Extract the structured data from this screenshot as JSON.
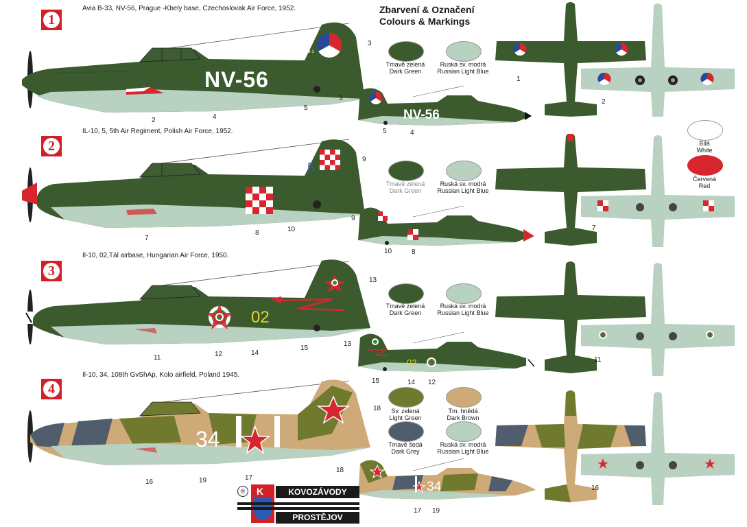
{
  "header": {
    "title_cs": "Zbarvení & Označení",
    "title_en": "Colours & Markings"
  },
  "schemes": [
    {
      "number": "1",
      "caption": "Avia B-33, NV-56, Prague -Kbely base, Czechoslovak Air Force, 1952.",
      "code": "NV-56",
      "small_code": "NV-56",
      "fin_text": "B 33-1",
      "callouts_side": [
        "3",
        "2",
        "4",
        "5"
      ],
      "callouts_small": [
        "3",
        "5",
        "4"
      ],
      "callouts_plan": [
        "1",
        "2"
      ]
    },
    {
      "number": "2",
      "caption": "IL-10, 5, 5th Air Regiment, Polish Air Force, 1952.",
      "code": "5",
      "callouts_side": [
        "9",
        "7",
        "8",
        "10"
      ],
      "callouts_small": [
        "9",
        "10",
        "8"
      ],
      "callouts_plan": [
        "7"
      ]
    },
    {
      "number": "3",
      "caption": "Il-10, 02,Tál airbase, Hungarian Air Force, 1950.",
      "code": "02",
      "small_code": "02",
      "callouts_side": [
        "13",
        "11",
        "12",
        "14",
        "15"
      ],
      "callouts_small": [
        "13",
        "15",
        "14",
        "12"
      ],
      "callouts_plan": [
        "11"
      ]
    },
    {
      "number": "4",
      "caption": "Il-10, 34, 108th GvShAp, Kolo airfield, Poland 1945.",
      "code": "34",
      "small_code": "34",
      "callouts_side": [
        "18",
        "16",
        "19",
        "17"
      ],
      "callouts_small": [
        "18",
        "17",
        "19"
      ],
      "callouts_plan": [
        "16"
      ]
    }
  ],
  "swatches": {
    "s1": [
      {
        "l1": "Tmavě zelená",
        "l2": "Dark Green",
        "color": "#3b5a2e"
      },
      {
        "l1": "Ruská sv. modrá",
        "l2": "Russian Light Blue",
        "color": "#b9d1c0"
      }
    ],
    "s2": [
      {
        "l1": "Tmavě zelená",
        "l2": "Dark Green",
        "color": "#3b5a2e"
      },
      {
        "l1": "Ruská sv. modrá",
        "l2": "Russian Light Blue",
        "color": "#b9d1c0"
      },
      {
        "l1": "Bílá",
        "l2": "White",
        "color": "#ffffff"
      },
      {
        "l1": "Červená",
        "l2": "Red",
        "color": "#d7262e"
      }
    ],
    "s3": [
      {
        "l1": "Tmavě zelená",
        "l2": "Dark Green",
        "color": "#3b5a2e"
      },
      {
        "l1": "Ruská sv. modrá",
        "l2": "Russian Light Blue",
        "color": "#b9d1c0"
      }
    ],
    "s4": [
      {
        "l1": "Sv. zelená",
        "l2": "Light Green",
        "color": "#6f7a2e"
      },
      {
        "l1": "Tm. hnědá",
        "l2": "Dark Brown",
        "color": "#cfaa79"
      },
      {
        "l1": "Tmavě šedá",
        "l2": "Dark Grey",
        "color": "#4f5d6c"
      },
      {
        "l1": "Ruská sv. modrá",
        "l2": "Russian Light Blue",
        "color": "#b9d1c0"
      }
    ]
  },
  "logo": {
    "brand_top": "KOVOZÁVODY",
    "brand_bottom": "PROSTĚJOV",
    "mark": "K",
    "registered": "®"
  },
  "colors": {
    "dark_green": "#3b5a2e",
    "light_blue": "#b9d1c0",
    "red": "#d32027",
    "light_green": "#6f7a2e",
    "brown": "#cfaa79",
    "grey": "#4f5d6c"
  }
}
